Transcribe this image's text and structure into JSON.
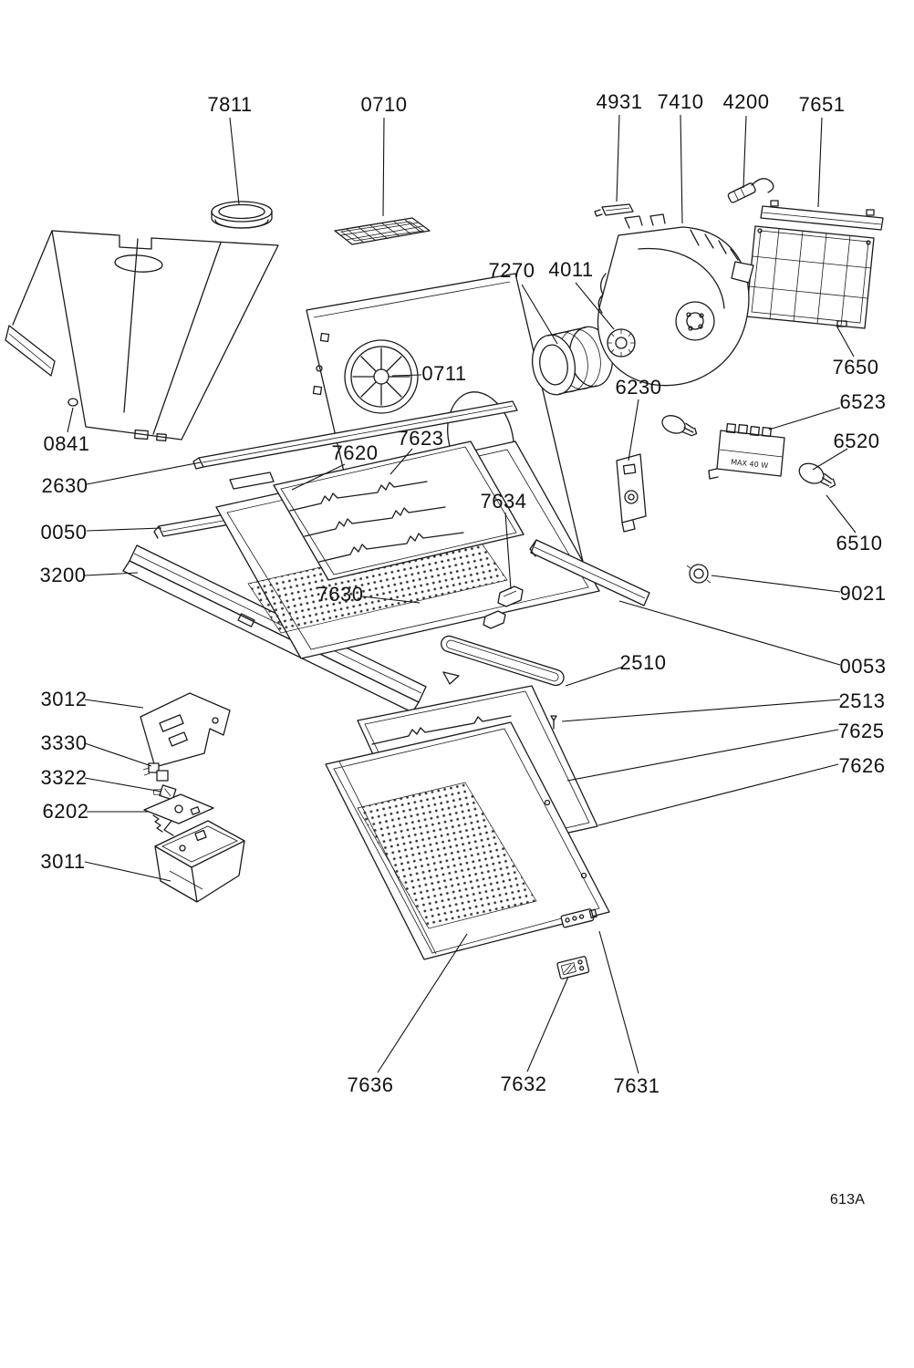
{
  "diagram": {
    "type": "exploded-parts-diagram",
    "drawing_code": "613A",
    "lamp_rating_text": "MAX 40 W",
    "part_labels": [
      {
        "id": "7811"
      },
      {
        "id": "0710"
      },
      {
        "id": "4931"
      },
      {
        "id": "7410"
      },
      {
        "id": "4200"
      },
      {
        "id": "7651"
      },
      {
        "id": "7270"
      },
      {
        "id": "4011"
      },
      {
        "id": "0711"
      },
      {
        "id": "6230"
      },
      {
        "id": "6523"
      },
      {
        "id": "6520"
      },
      {
        "id": "0841"
      },
      {
        "id": "2630"
      },
      {
        "id": "7620"
      },
      {
        "id": "7623"
      },
      {
        "id": "7634"
      },
      {
        "id": "6510"
      },
      {
        "id": "0050"
      },
      {
        "id": "3200"
      },
      {
        "id": "7630"
      },
      {
        "id": "9021"
      },
      {
        "id": "0053"
      },
      {
        "id": "2510"
      },
      {
        "id": "2513"
      },
      {
        "id": "7625"
      },
      {
        "id": "7626"
      },
      {
        "id": "3012"
      },
      {
        "id": "3330"
      },
      {
        "id": "3322"
      },
      {
        "id": "6202"
      },
      {
        "id": "3011"
      },
      {
        "id": "7636"
      },
      {
        "id": "7632"
      },
      {
        "id": "7631"
      },
      {
        "id": "7650"
      }
    ]
  }
}
